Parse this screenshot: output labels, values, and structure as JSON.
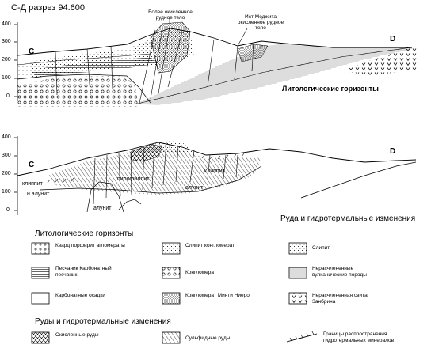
{
  "title": "С-Д разрез 94.600",
  "top_section": {
    "y_ticks": [
      "400",
      "300",
      "200",
      "100",
      "0"
    ],
    "point_left": "C",
    "point_right": "D",
    "annotation_center": "Более окисленное рудное тело",
    "annotation_right": "Ист Меджита окисленное рудное тело",
    "lithology_label": "Литологические горизонты"
  },
  "bottom_section": {
    "y_ticks": [
      "400",
      "300",
      "200",
      "100",
      "0"
    ],
    "point_left": "C",
    "point_right": "D",
    "labels": {
      "klippit_left": "клиппит",
      "na_left": "н.алунит",
      "alunit": "алунит",
      "pirofillit": "пирофиллит",
      "klippit_right": "клиппит",
      "alunit_right": "алунит"
    },
    "ores_label": "Руда и гидротермальные изменения"
  },
  "legend": {
    "lithology_heading": "Литологические горизонты",
    "lithology_items": [
      {
        "label": "Кварц порфирит агломераты",
        "icon": "quartz-porphyry-pattern"
      },
      {
        "label": "Слипит конгломерат",
        "icon": "slip-conglomerate-pattern"
      },
      {
        "label": "Слипит",
        "icon": "slipit-pattern"
      },
      {
        "label": "Песчаник Карбонатный песчаник",
        "icon": "sandstone-pattern"
      },
      {
        "label": "Конгломерат",
        "icon": "conglomerate-pattern"
      },
      {
        "label": "Нерасчлененные вулканические породы",
        "icon": "volcanic-pattern"
      },
      {
        "label": "Карбонатные осадки",
        "icon": "carbonate-pattern"
      },
      {
        "label": "Конгломерат Минти Ниеро",
        "icon": "minty-niero-pattern"
      },
      {
        "label": "Нерасчлененная свита Занбрина",
        "icon": "zanbrina-pattern"
      }
    ],
    "ores_heading": "Руды и гидротермальные изменения",
    "ore_items": [
      {
        "label": "Окисленные руды",
        "icon": "oxidized-ore-pattern"
      },
      {
        "label": "Сульфидные руды",
        "icon": "sulfide-ore-pattern"
      },
      {
        "label": "Границы распространения гидротермальных минералов",
        "icon": "boundary-line"
      }
    ]
  }
}
